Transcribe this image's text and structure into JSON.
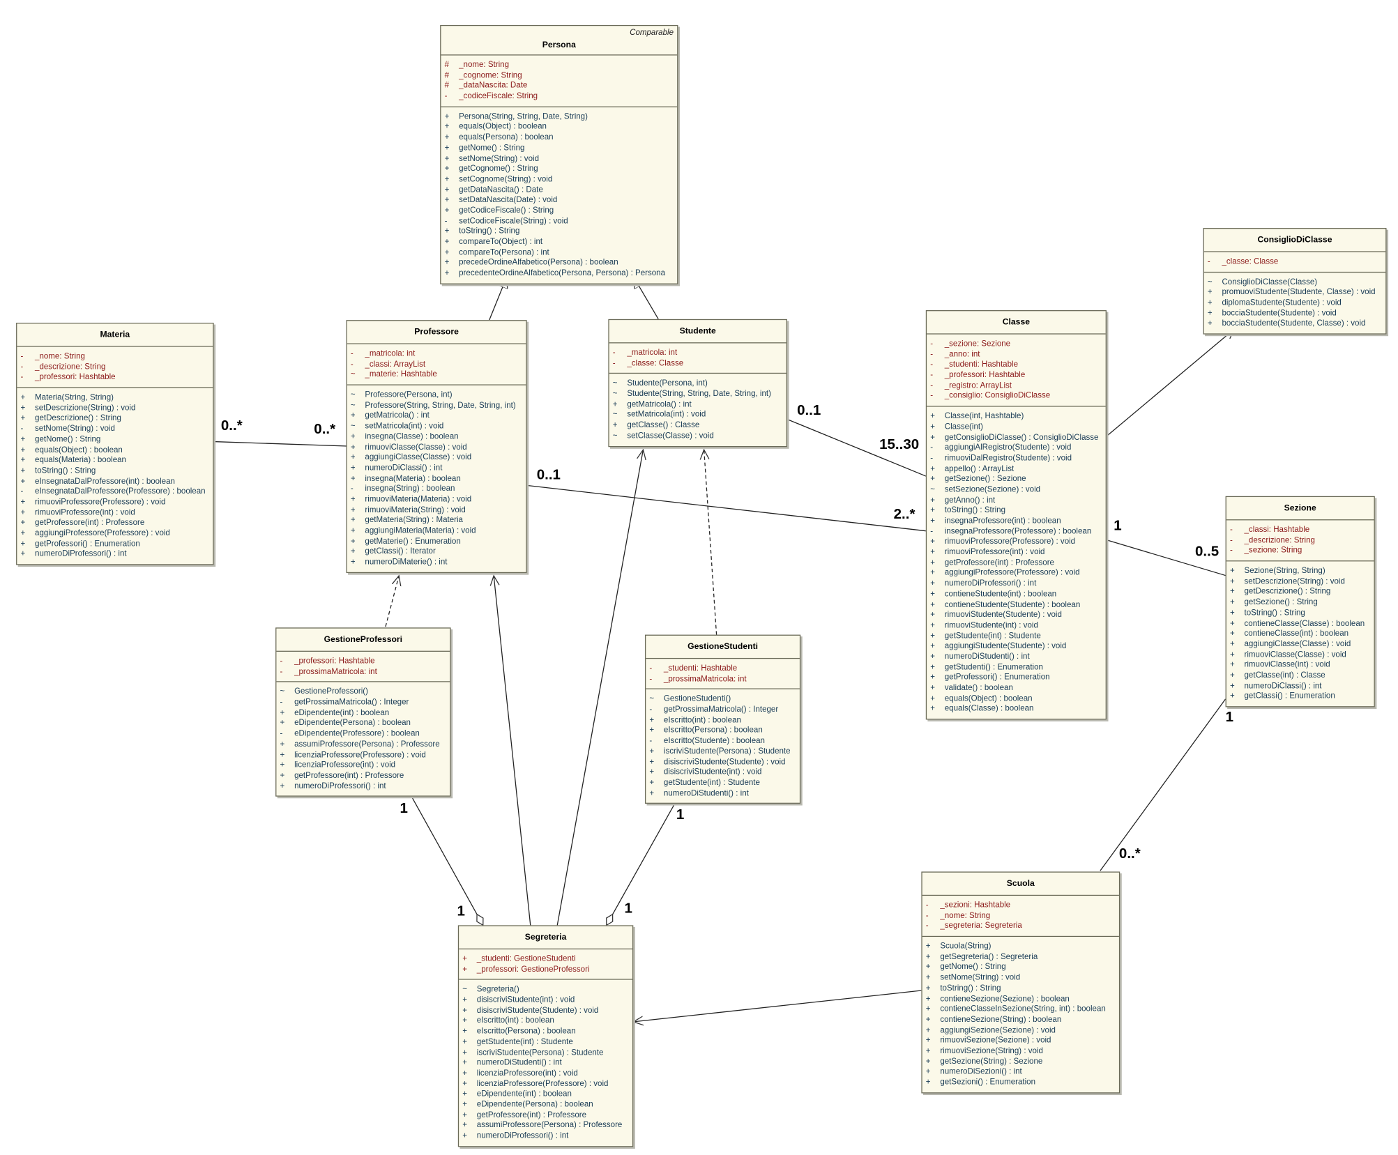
{
  "colors": {
    "class_fill": "#fbf9e9",
    "class_border": "#6a6a58",
    "attribute_text": "#8b1a1a",
    "operation_text": "#1a3c56",
    "class_name_text": "#000000",
    "link_line": "#222222"
  },
  "classes": {
    "persona": {
      "name": "Persona",
      "stereotype": "Comparable",
      "attributes": [
        {
          "vis": "#",
          "text": "_nome:  String"
        },
        {
          "vis": "#",
          "text": "_cognome:  String"
        },
        {
          "vis": "#",
          "text": "_dataNascita:  Date"
        },
        {
          "vis": "-",
          "text": "_codiceFiscale:  String"
        }
      ],
      "operations": [
        {
          "vis": "+",
          "text": "Persona(String, String, Date, String)"
        },
        {
          "vis": "+",
          "text": "equals(Object) : boolean"
        },
        {
          "vis": "+",
          "text": "equals(Persona) : boolean"
        },
        {
          "vis": "+",
          "text": "getNome() : String"
        },
        {
          "vis": "+",
          "text": "setNome(String) : void"
        },
        {
          "vis": "+",
          "text": "getCognome() : String"
        },
        {
          "vis": "+",
          "text": "setCognome(String) : void"
        },
        {
          "vis": "+",
          "text": "getDataNascita() : Date"
        },
        {
          "vis": "+",
          "text": "setDataNascita(Date) : void"
        },
        {
          "vis": "+",
          "text": "getCodiceFiscale() : String"
        },
        {
          "vis": "-",
          "text": "setCodiceFiscale(String) : void"
        },
        {
          "vis": "+",
          "text": "toString() : String"
        },
        {
          "vis": "+",
          "text": "compareTo(Object) : int"
        },
        {
          "vis": "+",
          "text": "compareTo(Persona) : int"
        },
        {
          "vis": "+",
          "text": "precedeOrdineAlfabetico(Persona) : boolean"
        },
        {
          "vis": "+",
          "text": "precedenteOrdineAlfabetico(Persona, Persona) : Persona"
        }
      ]
    },
    "materia": {
      "name": "Materia",
      "attributes": [
        {
          "vis": "-",
          "text": "_nome:  String"
        },
        {
          "vis": "-",
          "text": "_descrizione:  String"
        },
        {
          "vis": "-",
          "text": "_professori:  Hashtable"
        }
      ],
      "operations": [
        {
          "vis": "+",
          "text": "Materia(String, String)"
        },
        {
          "vis": "+",
          "text": "setDescrizione(String) : void"
        },
        {
          "vis": "+",
          "text": "getDescrizione() : String"
        },
        {
          "vis": "-",
          "text": "setNome(String) : void"
        },
        {
          "vis": "+",
          "text": "getNome() : String"
        },
        {
          "vis": "+",
          "text": "equals(Object) : boolean"
        },
        {
          "vis": "+",
          "text": "equals(Materia) : boolean"
        },
        {
          "vis": "+",
          "text": "toString() : String"
        },
        {
          "vis": "+",
          "text": "eInsegnataDalProfessore(int) : boolean"
        },
        {
          "vis": "-",
          "text": "eInsegnataDalProfessore(Professore) : boolean"
        },
        {
          "vis": "+",
          "text": "rimuoviProfessore(Professore) : void"
        },
        {
          "vis": "+",
          "text": "rimuoviProfessore(int) : void"
        },
        {
          "vis": "+",
          "text": "getProfessore(int) : Professore"
        },
        {
          "vis": "+",
          "text": "aggiungiProfessore(Professore) : void"
        },
        {
          "vis": "+",
          "text": "getProfessori() : Enumeration"
        },
        {
          "vis": "+",
          "text": "numeroDiProfessori() : int"
        }
      ]
    },
    "professore": {
      "name": "Professore",
      "attributes": [
        {
          "vis": "-",
          "text": "_matricola:  int"
        },
        {
          "vis": "-",
          "text": "_classi:  ArrayList"
        },
        {
          "vis": "~",
          "text": "_materie:  Hashtable"
        }
      ],
      "operations": [
        {
          "vis": "~",
          "text": "Professore(Persona, int)"
        },
        {
          "vis": "~",
          "text": "Professore(String, String, Date, String, int)"
        },
        {
          "vis": "+",
          "text": "getMatricola() : int"
        },
        {
          "vis": "~",
          "text": "setMatricola(int) : void"
        },
        {
          "vis": "+",
          "text": "insegna(Classe) : boolean"
        },
        {
          "vis": "+",
          "text": "rimuoviClasse(Classe) : void"
        },
        {
          "vis": "+",
          "text": "aggiungiClasse(Classe) : void"
        },
        {
          "vis": "+",
          "text": "numeroDiClassi() : int"
        },
        {
          "vis": "+",
          "text": "insegna(Materia) : boolean"
        },
        {
          "vis": "-",
          "text": "insegna(String) : boolean"
        },
        {
          "vis": "+",
          "text": "rimuoviMateria(Materia) : void"
        },
        {
          "vis": "+",
          "text": "rimuoviMateria(String) : void"
        },
        {
          "vis": "+",
          "text": "getMateria(String) : Materia"
        },
        {
          "vis": "+",
          "text": "aggiungiMateria(Materia) : void"
        },
        {
          "vis": "+",
          "text": "getMaterie() : Enumeration"
        },
        {
          "vis": "+",
          "text": "getClassi() : Iterator"
        },
        {
          "vis": "+",
          "text": "numeroDiMaterie() : int"
        }
      ]
    },
    "studente": {
      "name": "Studente",
      "attributes": [
        {
          "vis": "-",
          "text": "_matricola:  int"
        },
        {
          "vis": "-",
          "text": "_classe:  Classe"
        }
      ],
      "operations": [
        {
          "vis": "~",
          "text": "Studente(Persona, int)"
        },
        {
          "vis": "~",
          "text": "Studente(String, String, Date, String, int)"
        },
        {
          "vis": "+",
          "text": "getMatricola() : int"
        },
        {
          "vis": "~",
          "text": "setMatricola(int) : void"
        },
        {
          "vis": "+",
          "text": "getClasse() : Classe"
        },
        {
          "vis": "~",
          "text": "setClasse(Classe) : void"
        }
      ]
    },
    "classe": {
      "name": "Classe",
      "attributes": [
        {
          "vis": "-",
          "text": "_sezione:  Sezione"
        },
        {
          "vis": "-",
          "text": "_anno:  int"
        },
        {
          "vis": "-",
          "text": "_studenti:  Hashtable"
        },
        {
          "vis": "-",
          "text": "_professori:  Hashtable"
        },
        {
          "vis": "-",
          "text": "_registro:  ArrayList"
        },
        {
          "vis": "-",
          "text": "_consiglio:  ConsiglioDiClasse"
        }
      ],
      "operations": [
        {
          "vis": "+",
          "text": "Classe(int, Hashtable)"
        },
        {
          "vis": "+",
          "text": "Classe(int)"
        },
        {
          "vis": "+",
          "text": "getConsiglioDiClasse() : ConsiglioDiClasse"
        },
        {
          "vis": "-",
          "text": "aggiungiAlRegistro(Studente) : void"
        },
        {
          "vis": "-",
          "text": "rimuoviDalRegistro(Studente) : void"
        },
        {
          "vis": "+",
          "text": "appello() : ArrayList"
        },
        {
          "vis": "+",
          "text": "getSezione() : Sezione"
        },
        {
          "vis": "~",
          "text": "setSezione(Sezione) : void"
        },
        {
          "vis": "+",
          "text": "getAnno() : int"
        },
        {
          "vis": "+",
          "text": "toString() : String"
        },
        {
          "vis": "+",
          "text": "insegnaProfessore(int) : boolean"
        },
        {
          "vis": "-",
          "text": "insegnaProfessore(Professore) : boolean"
        },
        {
          "vis": "+",
          "text": "rimuoviProfessore(Professore) : void"
        },
        {
          "vis": "+",
          "text": "rimuoviProfessore(int) : void"
        },
        {
          "vis": "+",
          "text": "getProfessore(int) : Professore"
        },
        {
          "vis": "+",
          "text": "aggiungiProfessore(Professore) : void"
        },
        {
          "vis": "+",
          "text": "numeroDiProfessori() : int"
        },
        {
          "vis": "+",
          "text": "contieneStudente(int) : boolean"
        },
        {
          "vis": "+",
          "text": "contieneStudente(Studente) : boolean"
        },
        {
          "vis": "+",
          "text": "rimuoviStudente(Studente) : void"
        },
        {
          "vis": "+",
          "text": "rimuoviStudente(int) : void"
        },
        {
          "vis": "+",
          "text": "getStudente(int) : Studente"
        },
        {
          "vis": "+",
          "text": "aggiungiStudente(Studente) : void"
        },
        {
          "vis": "+",
          "text": "numeroDiStudenti() : int"
        },
        {
          "vis": "+",
          "text": "getStudenti() : Enumeration"
        },
        {
          "vis": "+",
          "text": "getProfessori() : Enumeration"
        },
        {
          "vis": "+",
          "text": "validate() : boolean"
        },
        {
          "vis": "+",
          "text": "equals(Object) : boolean"
        },
        {
          "vis": "+",
          "text": "equals(Classe) : boolean"
        }
      ]
    },
    "consiglio": {
      "name": "ConsiglioDiClasse",
      "attributes": [
        {
          "vis": "-",
          "text": "_classe:  Classe"
        }
      ],
      "operations": [
        {
          "vis": "~",
          "text": "ConsiglioDiClasse(Classe)"
        },
        {
          "vis": "+",
          "text": "promuoviStudente(Studente, Classe) : void"
        },
        {
          "vis": "+",
          "text": "diplomaStudente(Studente) : void"
        },
        {
          "vis": "+",
          "text": "bocciaStudente(Studente) : void"
        },
        {
          "vis": "+",
          "text": "bocciaStudente(Studente, Classe) : void"
        }
      ]
    },
    "sezione": {
      "name": "Sezione",
      "attributes": [
        {
          "vis": "-",
          "text": "_classi:  Hashtable"
        },
        {
          "vis": "-",
          "text": "_descrizione:  String"
        },
        {
          "vis": "-",
          "text": "_sezione:  String"
        }
      ],
      "operations": [
        {
          "vis": "+",
          "text": "Sezione(String, String)"
        },
        {
          "vis": "+",
          "text": "setDescrizione(String) : void"
        },
        {
          "vis": "+",
          "text": "getDescrizione() : String"
        },
        {
          "vis": "+",
          "text": "getSezione() : String"
        },
        {
          "vis": "+",
          "text": "toString() : String"
        },
        {
          "vis": "+",
          "text": "contieneClasse(Classe) : boolean"
        },
        {
          "vis": "+",
          "text": "contieneClasse(int) : boolean"
        },
        {
          "vis": "+",
          "text": "aggiungiClasse(Classe) : void"
        },
        {
          "vis": "+",
          "text": "rimuoviClasse(Classe) : void"
        },
        {
          "vis": "+",
          "text": "rimuoviClasse(int) : void"
        },
        {
          "vis": "+",
          "text": "getClasse(int) : Classe"
        },
        {
          "vis": "+",
          "text": "numeroDiClassi() : int"
        },
        {
          "vis": "+",
          "text": "getClassi() : Enumeration"
        }
      ]
    },
    "gestioneProfessori": {
      "name": "GestioneProfessori",
      "attributes": [
        {
          "vis": "-",
          "text": "_professori:  Hashtable"
        },
        {
          "vis": "-",
          "text": "_prossimaMatricola:  int"
        }
      ],
      "operations": [
        {
          "vis": "~",
          "text": "GestioneProfessori()"
        },
        {
          "vis": "-",
          "text": "getProssimaMatricola() : Integer"
        },
        {
          "vis": "+",
          "text": "eDipendente(int) : boolean"
        },
        {
          "vis": "+",
          "text": "eDipendente(Persona) : boolean"
        },
        {
          "vis": "-",
          "text": "eDipendente(Professore) : boolean"
        },
        {
          "vis": "+",
          "text": "assumiProfessore(Persona) : Professore"
        },
        {
          "vis": "+",
          "text": "licenziaProfessore(Professore) : void"
        },
        {
          "vis": "+",
          "text": "licenziaProfessore(int) : void"
        },
        {
          "vis": "+",
          "text": "getProfessore(int) : Professore"
        },
        {
          "vis": "+",
          "text": "numeroDiProfessori() : int"
        }
      ]
    },
    "gestioneStudenti": {
      "name": "GestioneStudenti",
      "attributes": [
        {
          "vis": "-",
          "text": "_studenti:  Hashtable"
        },
        {
          "vis": "-",
          "text": "_prossimaMatricola:  int"
        }
      ],
      "operations": [
        {
          "vis": "~",
          "text": "GestioneStudenti()"
        },
        {
          "vis": "-",
          "text": "getProssimaMatricola() : Integer"
        },
        {
          "vis": "+",
          "text": "eIscritto(int) : boolean"
        },
        {
          "vis": "+",
          "text": "eIscritto(Persona) : boolean"
        },
        {
          "vis": "-",
          "text": "eIscritto(Studente) : boolean"
        },
        {
          "vis": "+",
          "text": "iscriviStudente(Persona) : Studente"
        },
        {
          "vis": "+",
          "text": "disiscriviStudente(Studente) : void"
        },
        {
          "vis": "+",
          "text": "disiscriviStudente(int) : void"
        },
        {
          "vis": "+",
          "text": "getStudente(int) : Studente"
        },
        {
          "vis": "+",
          "text": "numeroDiStudenti() : int"
        }
      ]
    },
    "segreteria": {
      "name": "Segreteria",
      "attributes": [
        {
          "vis": "+",
          "text": "_studenti:  GestioneStudenti"
        },
        {
          "vis": "+",
          "text": "_professori:  GestioneProfessori"
        }
      ],
      "operations": [
        {
          "vis": "~",
          "text": "Segreteria()"
        },
        {
          "vis": "+",
          "text": "disiscriviStudente(int) : void"
        },
        {
          "vis": "+",
          "text": "disiscriviStudente(Studente) : void"
        },
        {
          "vis": "+",
          "text": "eIscritto(int) : boolean"
        },
        {
          "vis": "+",
          "text": "eIscritto(Persona) : boolean"
        },
        {
          "vis": "+",
          "text": "getStudente(int) : Studente"
        },
        {
          "vis": "+",
          "text": "iscriviStudente(Persona) : Studente"
        },
        {
          "vis": "+",
          "text": "numeroDiStudenti() : int"
        },
        {
          "vis": "+",
          "text": "licenziaProfessore(int) : void"
        },
        {
          "vis": "+",
          "text": "licenziaProfessore(Professore) : void"
        },
        {
          "vis": "+",
          "text": "eDipendente(int) : boolean"
        },
        {
          "vis": "+",
          "text": "eDipendente(Persona) : boolean"
        },
        {
          "vis": "+",
          "text": "getProfessore(int) : Professore"
        },
        {
          "vis": "+",
          "text": "assumiProfessore(Persona) : Professore"
        },
        {
          "vis": "+",
          "text": "numeroDiProfessori() : int"
        }
      ]
    },
    "scuola": {
      "name": "Scuola",
      "attributes": [
        {
          "vis": "-",
          "text": "_sezioni:  Hashtable"
        },
        {
          "vis": "-",
          "text": "_nome:  String"
        },
        {
          "vis": "-",
          "text": "_segreteria:  Segreteria"
        }
      ],
      "operations": [
        {
          "vis": "+",
          "text": "Scuola(String)"
        },
        {
          "vis": "+",
          "text": "getSegreteria() : Segreteria"
        },
        {
          "vis": "+",
          "text": "getNome() : String"
        },
        {
          "vis": "+",
          "text": "setNome(String) : void"
        },
        {
          "vis": "+",
          "text": "toString() : String"
        },
        {
          "vis": "+",
          "text": "contieneSezione(Sezione) : boolean"
        },
        {
          "vis": "+",
          "text": "contieneClasseInSezione(String, int) : boolean"
        },
        {
          "vis": "+",
          "text": "contieneSezione(String) : boolean"
        },
        {
          "vis": "+",
          "text": "aggiungiSezione(Sezione) : void"
        },
        {
          "vis": "+",
          "text": "rimuoviSezione(Sezione) : void"
        },
        {
          "vis": "+",
          "text": "rimuoviSezione(String) : void"
        },
        {
          "vis": "+",
          "text": "getSezione(String) : Sezione"
        },
        {
          "vis": "+",
          "text": "numeroDiSezioni() : int"
        },
        {
          "vis": "+",
          "text": "getSezioni() : Enumeration"
        }
      ]
    }
  },
  "multiplicities": {
    "materia_side": "0..*",
    "professore_materia_side": "0..*",
    "professore_classe_side": "0..1",
    "classe_professore_side": "2..*",
    "studente_classe_side": "0..1",
    "classe_studente_side": "15..30",
    "classe_sezione_side": "1",
    "sezione_classe_side": "0..5",
    "sezione_scuola_side": "1",
    "scuola_sezione_side": "0..*",
    "gestioneprofessori_side": "1",
    "segreteria_gp_side": "1",
    "gestionestudenti_side": "1",
    "segreteria_gs_side": "1"
  }
}
